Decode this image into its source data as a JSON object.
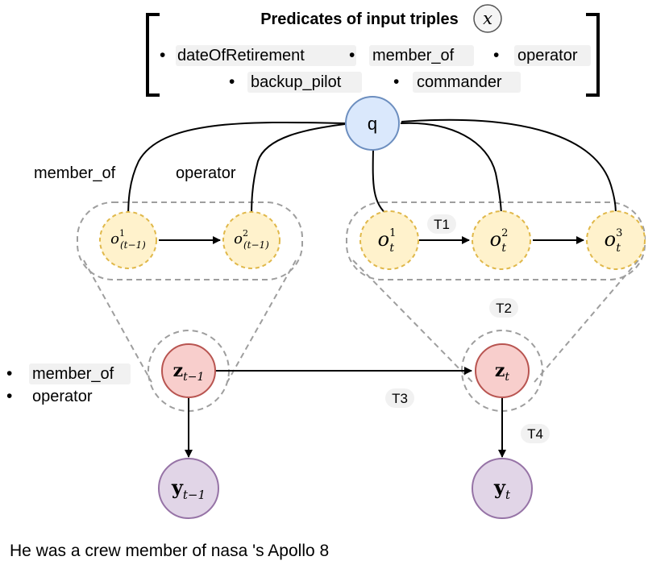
{
  "header": {
    "title": "Predicates of input triples",
    "x_symbol": "x",
    "predicates": [
      "dateOfRetirement",
      "member_of",
      "operator",
      "backup_pilot",
      "commander"
    ]
  },
  "nodes": {
    "q": "q",
    "o_prev_1": {
      "base": "o",
      "sup": "1",
      "sub": "(t−1)"
    },
    "o_prev_2": {
      "base": "o",
      "sup": "2",
      "sub": "(t−1)"
    },
    "o_t_1": {
      "base": "o",
      "sup": "1",
      "sub": "t"
    },
    "o_t_2": {
      "base": "o",
      "sup": "2",
      "sub": "t"
    },
    "o_t_3": {
      "base": "o",
      "sup": "3",
      "sub": "t"
    },
    "z_prev": {
      "base": "z",
      "sub": "t−1"
    },
    "z_t": {
      "base": "z",
      "sub": "t"
    },
    "y_prev": {
      "base": "y",
      "sub": "t−1"
    },
    "y_t": {
      "base": "y",
      "sub": "t"
    }
  },
  "edge_labels": {
    "member_of": "member_of",
    "operator": "operator",
    "t1": "T1",
    "t2": "T2",
    "t3": "T3",
    "t4": "T4"
  },
  "side_list": [
    "member_of",
    "operator"
  ],
  "caption": "He was a crew member of nasa 's Apollo 8",
  "colors": {
    "q_fill": "#dae8fc",
    "q_stroke": "#6c8ebf",
    "o_fill": "#fff2cc",
    "o_stroke": "#e0b84a",
    "z_fill": "#f8cecc",
    "z_stroke": "#b85450",
    "y_fill": "#e1d5e7",
    "y_stroke": "#9673a6",
    "dashed": "#9e9e9e"
  }
}
